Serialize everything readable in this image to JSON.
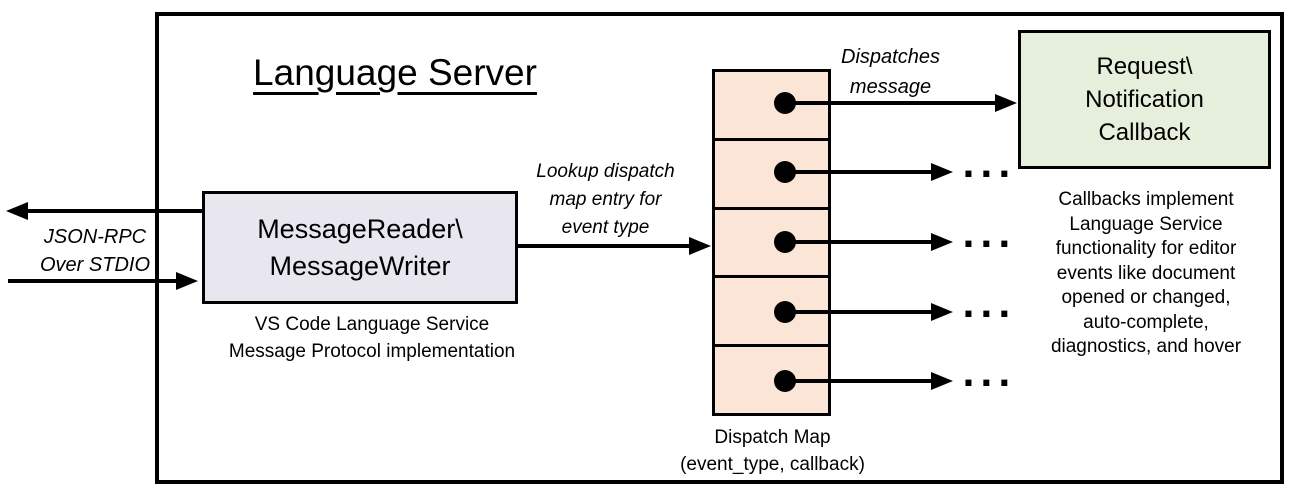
{
  "diagram_title": "Language Server",
  "colors": {
    "reader_fill": "#e8e6ee",
    "dispatch_fill": "#fbe5d6",
    "callback_fill": "#e5efdb",
    "stroke": "#000000"
  },
  "io_label": {
    "lines": [
      "JSON-RPC",
      "Over STDIO"
    ]
  },
  "reader_box": {
    "lines": [
      "MessageReader\\",
      "MessageWriter"
    ]
  },
  "reader_caption": {
    "lines": [
      "VS Code Language Service",
      "Message Protocol implementation"
    ]
  },
  "lookup_label": {
    "lines": [
      "Lookup dispatch",
      "map entry for",
      "event type"
    ]
  },
  "dispatches_label": {
    "lines": [
      "Dispatches",
      "message"
    ]
  },
  "dispatch_map": {
    "cell_count": 5,
    "caption": [
      "Dispatch Map",
      "(event_type, callback)"
    ]
  },
  "callback_box": {
    "lines": [
      "Request\\",
      "Notification",
      "Callback"
    ]
  },
  "callback_caption": {
    "lines": [
      "Callbacks implement",
      "Language Service",
      "functionality for editor",
      "events like document",
      "opened or changed,",
      "auto-complete,",
      "diagnostics, and hover"
    ]
  },
  "ellipsis": "..."
}
